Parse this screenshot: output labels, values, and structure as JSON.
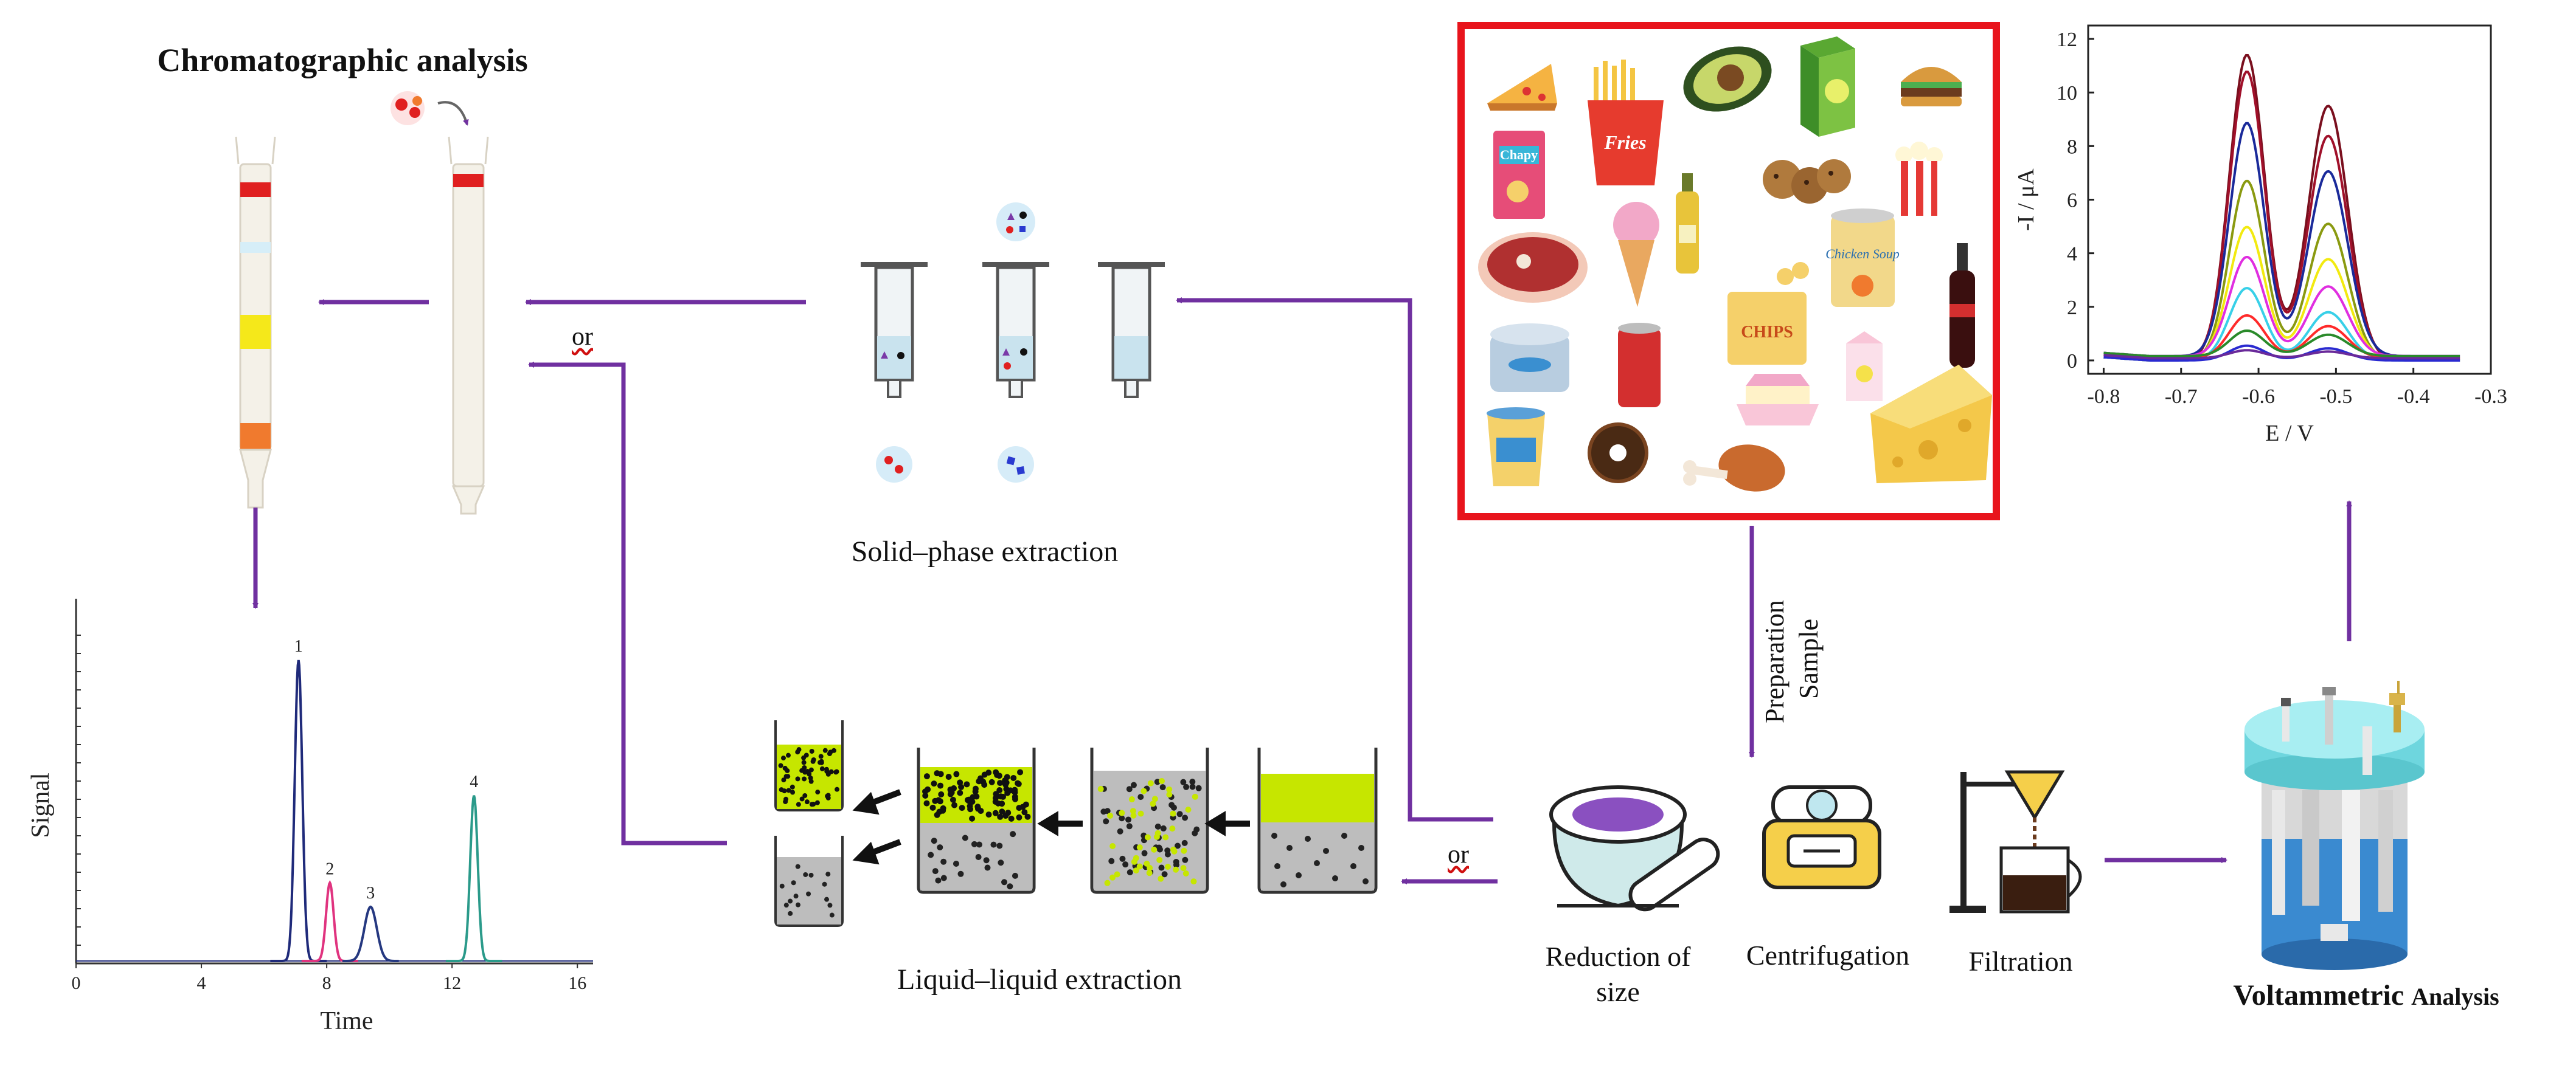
{
  "titles": {
    "chromatographic": "Chromatographic analysis",
    "voltammetric_main": "Voltammetric",
    "voltammetric_sub": "Analysis"
  },
  "labels": {
    "spe": "Solid–phase extraction",
    "lle": "Liquid–liquid extraction",
    "or_upper": "or",
    "or_lower": "or",
    "prep_line1": "Preparation",
    "prep_line2": "Sample",
    "reduction_line1": "Reduction of",
    "reduction_line2": "size",
    "centrifugation": "Centrifugation",
    "filtration": "Filtration"
  },
  "food_items": [
    "pizza",
    "fries",
    "avocado",
    "juice-box",
    "burger",
    "chips-bag",
    "cookies",
    "popcorn",
    "steak",
    "ice-cream",
    "oil-bottle",
    "soup-can",
    "cola-bottle",
    "tuna-can",
    "soda-can",
    "chips-bowl",
    "milk-carton",
    "cake",
    "yogurt-cup",
    "donut",
    "chicken-leg",
    "cheese"
  ],
  "food_texts": {
    "fries": "Fries",
    "chips_bag": "Chapy",
    "chips": "CHIPS",
    "soup": "Chicken Soup"
  },
  "colors": {
    "arrow": "#7030a0",
    "food_frame": "#e8141c",
    "band_red": "#e02020",
    "band_blue": "#d6eef8",
    "band_yellow": "#f5e81a",
    "band_orange": "#f07a2e",
    "lle_green": "#c6e600"
  },
  "chromatogram": {
    "xlabel": "Time",
    "ylabel": "Signal",
    "xticks": [
      "0",
      "4",
      "8",
      "12",
      "16"
    ],
    "xlim": [
      0,
      16.5
    ],
    "peaks": [
      {
        "label": "1",
        "t": 7.1,
        "h": 1.0,
        "color": "#1f2a7a"
      },
      {
        "label": "2",
        "t": 8.1,
        "h": 0.26,
        "color": "#e0337f"
      },
      {
        "label": "3",
        "t": 9.4,
        "h": 0.18,
        "color": "#253880"
      },
      {
        "label": "4",
        "t": 12.7,
        "h": 0.55,
        "color": "#2a9a8a"
      }
    ]
  },
  "chart_data": {
    "type": "line",
    "xlabel": "E / V",
    "ylabel": "-I / μA",
    "xlim": [
      -0.82,
      -0.3
    ],
    "ylim": [
      -0.5,
      12.5
    ],
    "xticks": [
      "-0.8",
      "-0.7",
      "-0.6",
      "-0.5",
      "-0.4",
      "-0.3"
    ],
    "yticks": [
      "0",
      "2",
      "4",
      "6",
      "8",
      "10",
      "12"
    ],
    "peak_potentials": [
      -0.615,
      -0.51
    ],
    "series": [
      {
        "color": "#7a0f1e",
        "values": [
          11.4,
          9.5
        ]
      },
      {
        "color": "#a0102a",
        "values": [
          10.7,
          8.3
        ]
      },
      {
        "color": "#1a2a9a",
        "values": [
          8.7,
          6.9
        ]
      },
      {
        "color": "#8a9a10",
        "values": [
          6.7,
          5.1
        ]
      },
      {
        "color": "#f2ea10",
        "values": [
          4.9,
          3.7
        ]
      },
      {
        "color": "#e02ee0",
        "values": [
          3.7,
          2.6
        ]
      },
      {
        "color": "#38d0e8",
        "values": [
          2.7,
          1.8
        ]
      },
      {
        "color": "#ff2a2a",
        "values": [
          1.6,
          1.2
        ]
      },
      {
        "color": "#2a8a2a",
        "values": [
          0.95,
          0.8
        ]
      },
      {
        "color": "#2a2ad0",
        "values": [
          0.55,
          0.45
        ]
      },
      {
        "color": "#6a2a9a",
        "values": [
          0.3,
          0.25
        ]
      }
    ]
  }
}
